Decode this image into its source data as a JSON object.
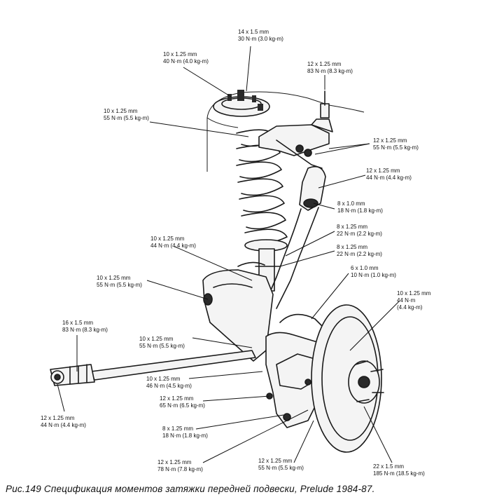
{
  "caption": "Рис.149  Спецификация моментов затяжки передней подвески, Prelude 1984-87.",
  "labels": [
    {
      "id": "top-strut-nut",
      "size": "14 x 1.5 mm",
      "torque": "30 N·m (3.0 kg-m)"
    },
    {
      "id": "strut-mount-nuts",
      "size": "10 x 1.25 mm",
      "torque": "40 N·m (4.0 kg-m)"
    },
    {
      "id": "upper-arm-ball-joint",
      "size": "12 x 1.25 mm",
      "torque": "83 N·m (8.3 kg-m)"
    },
    {
      "id": "spring-seat-bolt",
      "size": "10 x 1.25 mm",
      "torque": "55 N·m (5.5 kg-m)"
    },
    {
      "id": "upper-arm-pivot",
      "size": "12 x 1.25 mm",
      "torque": "55 N·m (5.5 kg-m)"
    },
    {
      "id": "upper-arm-nut",
      "size": "12 x 1.25 mm",
      "torque": "44 N·m (4.4 kg-m)"
    },
    {
      "id": "stabilizer-link-upper",
      "size": "8 x 1.0 mm",
      "torque": "18 N·m (1.8 kg-m)"
    },
    {
      "id": "clamp-bolt-a",
      "size": "8 x 1.25 mm",
      "torque": "22 N·m (2.2 kg-m)"
    },
    {
      "id": "clamp-bolt-b",
      "size": "8 x 1.25 mm",
      "torque": "22 N·m (2.2 kg-m)"
    },
    {
      "id": "strut-fork-bolt",
      "size": "10 x 1.25 mm",
      "torque": "44 N·m (4.4 kg-m)"
    },
    {
      "id": "brake-hose-bolt",
      "size": "6 x 1.0 mm",
      "torque": "10 N·m (1.0 kg-m)"
    },
    {
      "id": "lower-arm-pivot",
      "size": "10 x 1.25 mm",
      "torque": "55 N·m (5.5 kg-m)"
    },
    {
      "id": "disc-screw",
      "size": "10 x 1.25 mm",
      "torque": "44 N·m",
      "torque2": "(4.4 kg-m)"
    },
    {
      "id": "radius-rod-end",
      "size": "16 x 1.5 mm",
      "torque": "83 N·m (8.3 kg-m)"
    },
    {
      "id": "lower-arm-ball-joint",
      "size": "10 x 1.25 mm",
      "torque": "55 N·m (5.5 kg-m)"
    },
    {
      "id": "lower-arm-bolt",
      "size": "10 x 1.25 mm",
      "torque": "46 N·m (4.5 kg-m)"
    },
    {
      "id": "radius-rod-nut",
      "size": "12 x 1.25 mm",
      "torque": "44 N·m (4.4 kg-m)"
    },
    {
      "id": "knuckle-bolt",
      "size": "12 x 1.25 mm",
      "torque": "65 N·m (6.5 kg-m)"
    },
    {
      "id": "caliper-pin",
      "size": "8 x 1.25 mm",
      "torque": "18 N·m (1.8 kg-m)"
    },
    {
      "id": "caliper-bracket",
      "size": "12 x 1.25 mm",
      "torque": "78 N·m (7.8 kg-m)"
    },
    {
      "id": "knuckle-lower",
      "size": "12 x 1.25 mm",
      "torque": "55 N·m (5.5 kg-m)"
    },
    {
      "id": "hub-nut",
      "size": "22 x 1.5 mm",
      "torque": "185 N·m (18.5 kg-m)"
    }
  ]
}
